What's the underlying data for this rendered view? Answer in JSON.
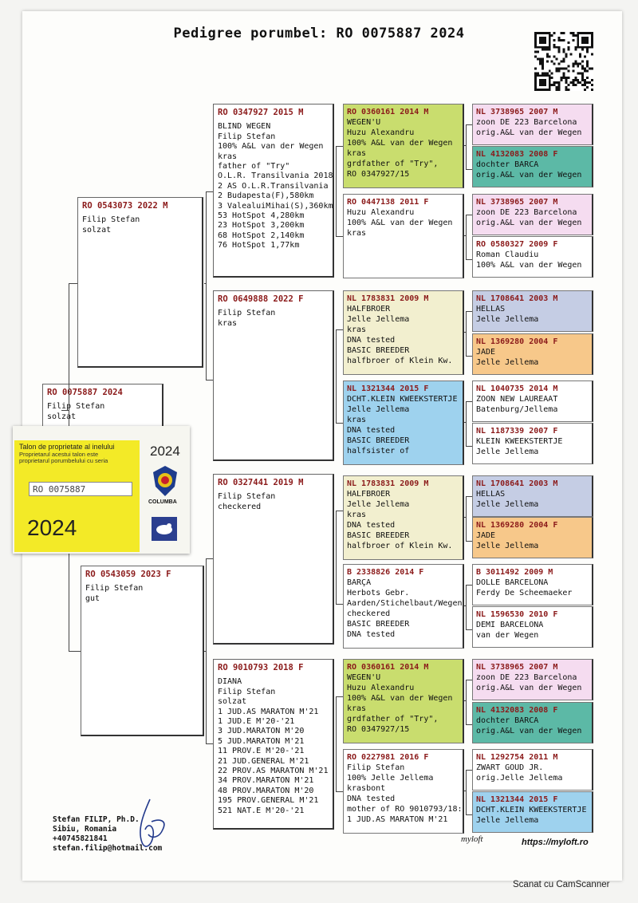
{
  "title": "Pedigree porumbel: RO 0075887 2024",
  "subject": {
    "ring": "RO 0075887 2024",
    "lines": [
      "Filip Stefan",
      "solzat"
    ]
  },
  "parents": [
    {
      "ring": "RO 0543073 2022 M",
      "lines": [
        "Filip Stefan",
        "solzat"
      ]
    },
    {
      "ring": "RO 0543059 2023 F",
      "lines": [
        "Filip Stefan",
        "gut"
      ]
    }
  ],
  "grandparents": [
    {
      "ring": "RO 0347927 2015 M",
      "lines": [
        "BLIND WEGEN",
        "Filip Stefan",
        "100% A&L van der Wegen",
        "kras",
        "father of \"Try\"",
        "O.L.R. Transilvania 2018",
        "2 AS O.L.R.Transilvania",
        "2 Budapesta(F),580km",
        "3 ValealuiMihai(S),360km",
        "53 HotSpot 4,280km",
        "23 HotSpot 3,200km",
        "68 HotSpot 2,140km",
        "76 HotSpot 1,77km"
      ]
    },
    {
      "ring": "RO 0649888 2022 F",
      "lines": [
        "Filip Stefan",
        "kras"
      ]
    },
    {
      "ring": "RO 0327441 2019 M",
      "lines": [
        "Filip Stefan",
        "checkered"
      ]
    },
    {
      "ring": "RO 9010793 2018 F",
      "lines": [
        "DIANA",
        "Filip Stefan",
        "solzat",
        "1 JUD.AS MARATON M'21",
        "1 JUD.E M'20-'21",
        "3 JUD.MARATON M'20",
        "5 JUD.MARATON M'21",
        "11 PROV.E M'20-'21",
        "21 JUD.GENERAL M'21",
        "22 PROV.AS MARATON M'21",
        "34 PROV.MARATON M'21",
        "48 PROV.MARATON M'20",
        "195 PROV.GENERAL M'21",
        "521 NAT.E M'20-'21"
      ]
    }
  ],
  "great_grandparents": [
    {
      "ring": "RO 0360161 2014 M",
      "color": "#c9dd6e",
      "lines": [
        "WEGEN'U",
        "Huzu Alexandru",
        "100% A&L van der Wegen",
        "kras",
        "grdfather of \"Try\",",
        "RO 0347927/15"
      ]
    },
    {
      "ring": "RO 0447138 2011 F",
      "color": "#ffffff",
      "lines": [
        "Huzu Alexandru",
        "100% A&L van der Wegen",
        "kras"
      ]
    },
    {
      "ring": "NL 1783831 2009 M",
      "color": "#f2efcf",
      "lines": [
        "HALFBROER",
        "Jelle Jellema",
        "kras",
        "DNA tested",
        "BASIC BREEDER",
        "halfbroer of Klein Kw."
      ]
    },
    {
      "ring": "NL 1321344 2015 F",
      "color": "#9ed2ee",
      "lines": [
        "DCHT.KLEIN KWEEKSTERTJE",
        "Jelle Jellema",
        "kras",
        "DNA tested",
        "BASIC BREEDER",
        "halfsister of"
      ]
    },
    {
      "ring": "NL 1783831 2009 M",
      "color": "#f2efcf",
      "lines": [
        "HALFBROER",
        "Jelle Jellema",
        "kras",
        "DNA tested",
        "BASIC BREEDER",
        "halfbroer of Klein Kw."
      ]
    },
    {
      "ring": "B 2338826 2014 F",
      "color": "#ffffff",
      "lines": [
        "BARÇA",
        "Herbots Gebr.",
        "Aarden/Stichelbaut/Wegen",
        "checkered",
        "BASIC BREEDER",
        "DNA tested"
      ]
    },
    {
      "ring": "RO 0360161 2014 M",
      "color": "#c9dd6e",
      "lines": [
        "WEGEN'U",
        "Huzu Alexandru",
        "100% A&L van der Wegen",
        "kras",
        "grdfather of \"Try\",",
        "RO 0347927/15"
      ]
    },
    {
      "ring": "RO 0227981 2016 F",
      "color": "#ffffff",
      "lines": [
        "Filip Stefan",
        "100% Jelle Jellema",
        "krasbont",
        "DNA tested",
        "mother of RO 9010793/18:",
        "1 JUD.AS MARATON M'21"
      ]
    }
  ],
  "ggg": [
    {
      "ring": "NL 3738965 2007 M",
      "color": "#f5dcf0",
      "lines": [
        "zoon DE 223 Barcelona",
        "orig.A&L van der Wegen"
      ]
    },
    {
      "ring": "NL 4132083 2008 F",
      "color": "#5cb9a6",
      "lines": [
        "dochter BARCA",
        "orig.A&L van der Wegen"
      ]
    },
    {
      "ring": "NL 3738965 2007 M",
      "color": "#f5dcf0",
      "lines": [
        "zoon DE 223 Barcelona",
        "orig.A&L van der Wegen"
      ]
    },
    {
      "ring": "RO 0580327 2009 F",
      "color": "#ffffff",
      "lines": [
        "Roman Claudiu",
        "100% A&L van der Wegen"
      ]
    },
    {
      "ring": "NL 1708641 2003 M",
      "color": "#c5cde4",
      "lines": [
        "HELLAS",
        "Jelle Jellema"
      ]
    },
    {
      "ring": "NL 1369280 2004 F",
      "color": "#f7c88a",
      "lines": [
        "JADE",
        "Jelle Jellema"
      ]
    },
    {
      "ring": "NL 1040735 2014 M",
      "color": "#ffffff",
      "lines": [
        "ZOON NEW LAUREAAT",
        "Batenburg/Jellema"
      ]
    },
    {
      "ring": "NL 1187339 2007 F",
      "color": "#ffffff",
      "lines": [
        "KLEIN KWEEKSTERTJE",
        "Jelle Jellema"
      ]
    },
    {
      "ring": "NL 1708641 2003 M",
      "color": "#c5cde4",
      "lines": [
        "HELLAS",
        "Jelle Jellema"
      ]
    },
    {
      "ring": "NL 1369280 2004 F",
      "color": "#f7c88a",
      "lines": [
        "JADE",
        "Jelle Jellema"
      ]
    },
    {
      "ring": "B 3011492 2009 M",
      "color": "#ffffff",
      "lines": [
        "DOLLE BARCELONA",
        "Ferdy De Scheemaeker"
      ]
    },
    {
      "ring": "NL 1596530 2010 F",
      "color": "#ffffff",
      "lines": [
        "DEMI BARCELONA",
        "van der Wegen"
      ]
    },
    {
      "ring": "NL 3738965 2007 M",
      "color": "#f5dcf0",
      "lines": [
        "zoon DE 223 Barcelona",
        "orig.A&L van der Wegen"
      ]
    },
    {
      "ring": "NL 4132083 2008 F",
      "color": "#5cb9a6",
      "lines": [
        "dochter BARCA",
        "orig.A&L van der Wegen"
      ]
    },
    {
      "ring": "NL 1292754 2011 M",
      "color": "#ffffff",
      "lines": [
        "ZWART GOUD JR.",
        "orig.Jelle Jellema"
      ]
    },
    {
      "ring": "NL 1321344 2015 F",
      "color": "#9ed2ee",
      "lines": [
        "DCHT.KLEIN KWEEKSTERTJE",
        "Jelle Jellema"
      ]
    }
  ],
  "talon": {
    "heading": "Talon de proprietate al inelului",
    "sub1": "Proprietarul acestui talon este",
    "sub2": "proprietarul porumbelului cu seria",
    "serial": "RO 0075887",
    "year_big": "2024",
    "year_small": "2024",
    "brand": "COLUMBA"
  },
  "footer": {
    "lines": [
      "Stefan FILIP, Ph.D.",
      "Sibiu, Romania",
      "+40745821841",
      "stefan.filip@hotmail.com"
    ],
    "brand": "myloft",
    "url": "https://myloft.ro"
  },
  "scanner": "Scanat cu CamScanner"
}
